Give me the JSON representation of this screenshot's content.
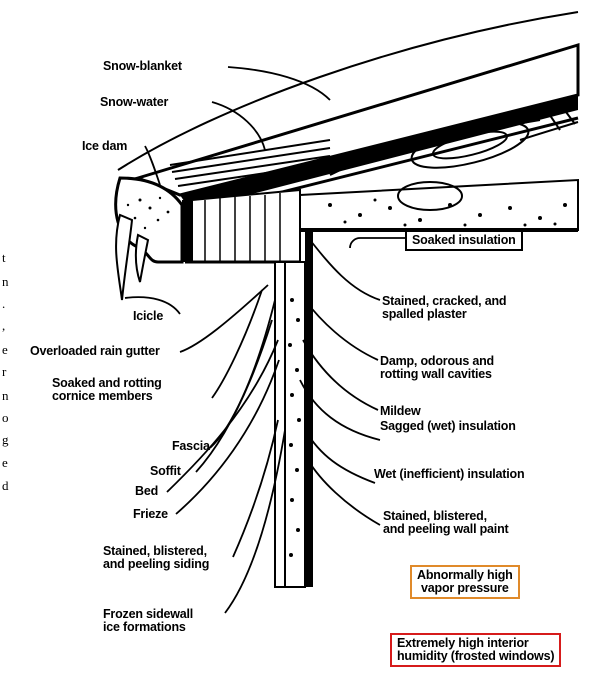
{
  "labels": {
    "snow_blanket": "Snow-blanket",
    "snow_water": "Snow-water",
    "ice_dam": "Ice dam",
    "icicle": "Icicle",
    "overloaded_gutter": "Overloaded rain gutter",
    "soaked_cornice_1": "Soaked and rotting",
    "soaked_cornice_2": "cornice members",
    "fascia": "Fascia",
    "soffit": "Soffit",
    "bed": "Bed",
    "frieze": "Frieze",
    "stained_siding_1": "Stained, blistered,",
    "stained_siding_2": "and peeling siding",
    "frozen_ice_1": "Frozen sidewall",
    "frozen_ice_2": "ice formations",
    "soaked_insulation": "Soaked insulation",
    "stained_plaster_1": "Stained, cracked, and",
    "stained_plaster_2": "spalled plaster",
    "damp_cavities_1": "Damp, odorous and",
    "damp_cavities_2": "rotting wall cavities",
    "mildew": "Mildew",
    "sagged_insulation": "Sagged (wet) insulation",
    "wet_insulation": "Wet (inefficient) insulation",
    "stained_paint_1": "Stained, blistered,",
    "stained_paint_2": "and peeling wall paint",
    "vapor_1": "Abnormally high",
    "vapor_2": "vapor pressure",
    "humidity_1": "Extremely high interior",
    "humidity_2": "humidity (frosted windows)"
  },
  "side_text_fragments": [
    "t",
    "n",
    ".",
    ",",
    "e",
    "r",
    "n",
    "o",
    "g",
    "e",
    "d"
  ],
  "colors": {
    "vapor_box": "#e08a2a",
    "humidity_box": "#d61b1b"
  }
}
